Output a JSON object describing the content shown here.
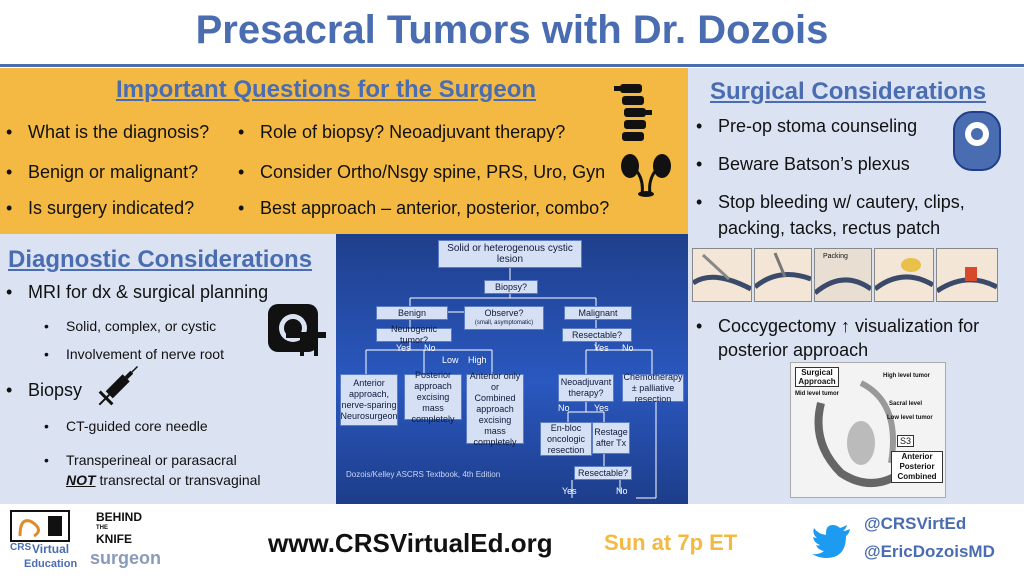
{
  "title": "Presacral Tumors with Dr. Dozois",
  "questions": {
    "heading": "Important Questions for the Surgeon",
    "left": [
      "What is the diagnosis?",
      "Benign or malignant?",
      "Is surgery indicated?"
    ],
    "right": [
      "Role of biopsy? Neoadjuvant therapy?",
      "Consider Ortho/Nsgy spine, PRS, Uro, Gyn",
      "Best approach – anterior, posterior, combo?"
    ]
  },
  "diagnostic": {
    "heading": "Diagnostic Considerations",
    "mri": "MRI for dx & surgical planning",
    "mri_sub": [
      "Solid, complex, or cystic",
      "Involvement of nerve root"
    ],
    "biopsy": "Biopsy",
    "biopsy_sub1": "CT-guided core needle",
    "biopsy_sub2_line1": "Transperineal or parasacral",
    "biopsy_sub2_not": "NOT",
    "biopsy_sub2_line2": " transrectal or transvaginal"
  },
  "flow": {
    "top": "Solid or heterogenous cystic lesion",
    "biopsy": "Biopsy?",
    "benign": "Benign",
    "malignant": "Malignant",
    "observe": "Observe?",
    "observe_sub": "(small, asymptomatic)",
    "neurogenic": "Neurogenic tumor?",
    "resectable": "Resectable?",
    "yes": "Yes",
    "no": "No",
    "low": "Low",
    "high": "High",
    "anterior": "Anterior approach, nerve-sparing",
    "neurosurgeon": "Neurosurgeon",
    "posterior": "Posterior approach excising mass completely",
    "anterior_only": "Anterior only",
    "or": "or",
    "combined": "Combined approach excising mass completely",
    "neoadjuvant": "Neoadjuvant therapy?",
    "chemo": "Chemotherapy ± palliative resection",
    "enbloc": "En-bloc oncologic resection",
    "restage": "Restage after Tx",
    "resectable2": "Resectable?",
    "credit": "Dozois/Kelley ASCRS Textbook, 4th Edition"
  },
  "surgical": {
    "heading": "Surgical Considerations",
    "items": [
      "Pre-op stoma counseling",
      "Beware Batson’s plexus",
      "Stop bleeding w/ cautery, clips,",
      "packing, tacks, rectus patch"
    ],
    "coccyx_line1": "Coccygectomy ↑ visualization for",
    "coccyx_line2": "posterior approach",
    "figure": {
      "label": "Surgical Approach",
      "high": "High level tumor",
      "mid": "Mid level tumor",
      "sacral": "Sacral level",
      "low": "Low level tumor",
      "s3": "S3",
      "approaches": [
        "Anterior",
        "Posterior",
        "Combined"
      ],
      "packing": "Packing"
    }
  },
  "footer": {
    "logo1_line1": "CRS",
    "logo1_line2": "Virtual",
    "logo1_line3": "Education",
    "btk_line1": "BEHIND",
    "btk_line2": "THE",
    "btk_line3": "KNIFE",
    "surgeon": "surgeon",
    "website": "www.CRSVirtualEd.org",
    "time": "Sun at 7p ET",
    "handle1": "@CRSVirtEd",
    "handle2": "@EricDozoisMD"
  },
  "colors": {
    "accent": "#4a6db1",
    "orange": "#f4b942",
    "panel": "#dbe3f3",
    "twitter": "#1d9bf0"
  }
}
